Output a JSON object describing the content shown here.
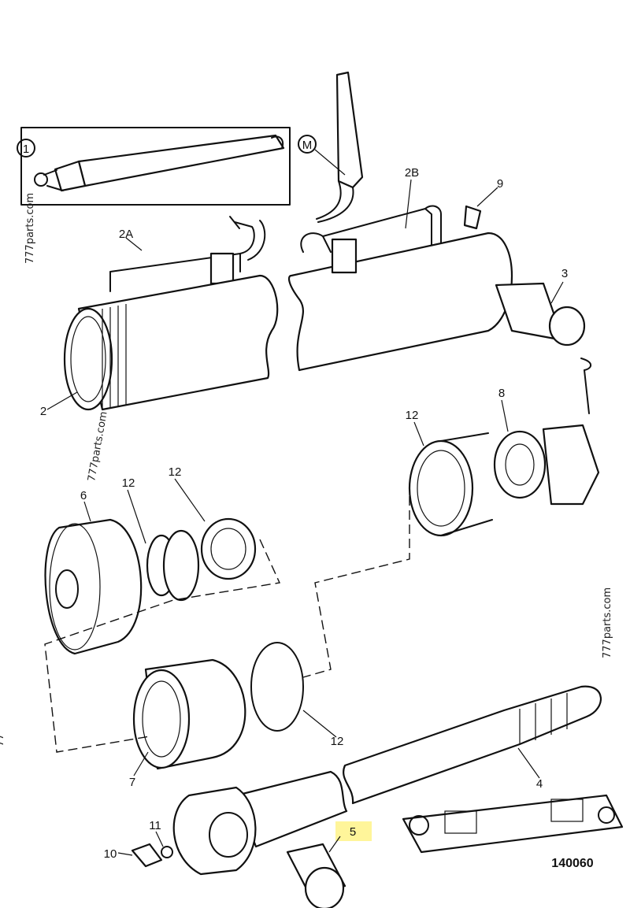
{
  "diagram": {
    "callouts": {
      "c1": "1",
      "cM": "M",
      "p2A": "2A",
      "p2B": "2B",
      "p9": "9",
      "p3": "3",
      "p2": "2",
      "p8": "8",
      "p12a": "12",
      "p12b": "12",
      "p12c": "12",
      "p12d": "12",
      "p6": "6",
      "p7": "7",
      "p4": "4",
      "p5": "5",
      "p10": "10",
      "p11": "11"
    },
    "drawing_number": "140060",
    "highlighted_part": "5",
    "highlight_color": "#fff59a",
    "watermarks": {
      "w1": "777parts.com",
      "w2": "777parts.com",
      "w3": "777parts.com",
      "w4": "77"
    }
  }
}
